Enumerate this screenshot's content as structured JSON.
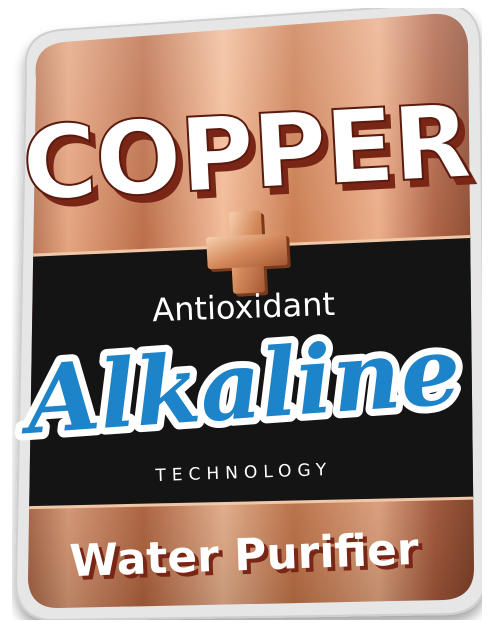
{
  "badge": {
    "headline": "COPPER",
    "plus": "+",
    "line1": "Antioxidant",
    "script": "Alkaline",
    "tagline": "TECHNOLOGY",
    "footer": "Water Purifier"
  },
  "colors": {
    "copper_light": "#f0b08a",
    "copper_mid": "#c9774c",
    "copper_dark": "#8e4a2b",
    "band_black": "#141414",
    "headline_shadow": "#7a2616",
    "script_blue": "#1e84c9",
    "white": "#ffffff"
  }
}
